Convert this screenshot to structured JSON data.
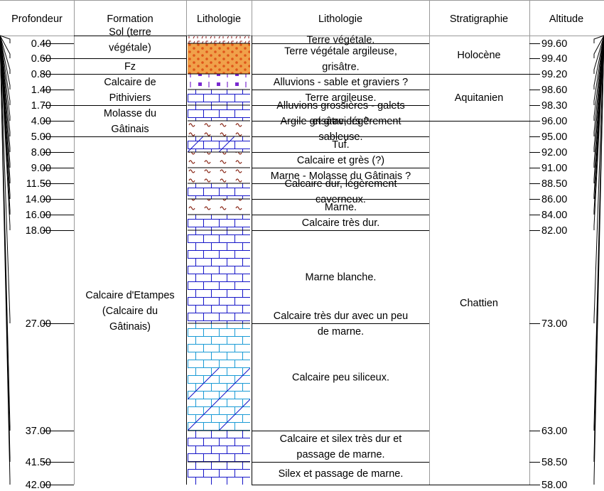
{
  "headers": {
    "depth": "Profondeur",
    "formation": "Formation",
    "lithology_pattern": "Lithologie",
    "lithology_text": "Lithologie",
    "stratigraphy": "Stratigraphie",
    "altitude": "Altitude"
  },
  "depth_range": [
    0,
    42
  ],
  "depth_ticks": [
    {
      "depth": 0.4,
      "label": "0.40",
      "altitude": "99.60"
    },
    {
      "depth": 0.6,
      "label": "0.60",
      "altitude": "99.40"
    },
    {
      "depth": 0.8,
      "label": "0.80",
      "altitude": "99.20"
    },
    {
      "depth": 1.4,
      "label": "1.40",
      "altitude": "98.60"
    },
    {
      "depth": 1.7,
      "label": "1.70",
      "altitude": "98.30"
    },
    {
      "depth": 4.0,
      "label": "4.00",
      "altitude": "96.00"
    },
    {
      "depth": 5.0,
      "label": "5.00",
      "altitude": "95.00"
    },
    {
      "depth": 8.0,
      "label": "8.00",
      "altitude": "92.00"
    },
    {
      "depth": 9.0,
      "label": "9.00",
      "altitude": "91.00"
    },
    {
      "depth": 11.5,
      "label": "11.50",
      "altitude": "88.50"
    },
    {
      "depth": 14.0,
      "label": "14.00",
      "altitude": "86.00"
    },
    {
      "depth": 16.0,
      "label": "16.00",
      "altitude": "84.00"
    },
    {
      "depth": 18.0,
      "label": "18.00",
      "altitude": "82.00"
    },
    {
      "depth": 27.0,
      "label": "27.00",
      "altitude": "73.00"
    },
    {
      "depth": 37.0,
      "label": "37.00",
      "altitude": "63.00"
    },
    {
      "depth": 41.5,
      "label": "41.50",
      "altitude": "58.50"
    },
    {
      "depth": 42.0,
      "label": "42.00",
      "altitude": "58.00"
    }
  ],
  "formations": [
    {
      "top": 0,
      "bottom": 0.4,
      "lines": [
        "Sol (terre",
        "végétale)"
      ]
    },
    {
      "top": 0.6,
      "bottom": 0.8,
      "lines": [
        "Fz"
      ]
    },
    {
      "top": 0.8,
      "bottom": 1.7,
      "lines": [
        "Calcaire de",
        "Pithiviers"
      ]
    },
    {
      "top": 1.7,
      "bottom": 5.0,
      "lines": [
        "Molasse du",
        "Gâtinais"
      ]
    },
    {
      "top": 5.0,
      "bottom": 42.0,
      "lines": [
        "Calcaire d'Etampes",
        "(Calcaire du",
        "Gâtinais)"
      ]
    }
  ],
  "lithology_layers": [
    {
      "top": 0,
      "bottom": 0.4,
      "pattern": "topsoil",
      "lines": [
        "Terre végétale."
      ]
    },
    {
      "top": 0.4,
      "bottom": 0.8,
      "pattern": "clay-dots",
      "lines": [
        "Terre végétale argileuse,",
        "grisâtre."
      ]
    },
    {
      "top": 0.8,
      "bottom": 1.4,
      "pattern": "alluvium",
      "lines": [
        "Alluvions - sable et graviers ?"
      ]
    },
    {
      "top": 1.4,
      "bottom": 1.7,
      "pattern": "limestone",
      "lines": [
        "Terre argileuse."
      ]
    },
    {
      "top": 1.7,
      "bottom": 4.0,
      "pattern": "limestone",
      "lines": [
        "Alluvions grossières - galets",
        "et graviers ?"
      ]
    },
    {
      "top": 4.0,
      "bottom": 5.0,
      "pattern": "marl",
      "lines": [
        "Argile grisâtre, légèrement",
        "sableuse."
      ]
    },
    {
      "top": 5.0,
      "bottom": 8.0,
      "pattern": "siliceous-limestone",
      "lines": [
        "Tuf."
      ]
    },
    {
      "top": 8.0,
      "bottom": 9.0,
      "pattern": "marl",
      "lines": [
        "Calcaire et grès (?)"
      ]
    },
    {
      "top": 9.0,
      "bottom": 11.5,
      "pattern": "marl",
      "lines": [
        "Marne - Molasse du Gâtinais ?"
      ]
    },
    {
      "top": 11.5,
      "bottom": 14.0,
      "pattern": "limestone",
      "lines": [
        "Calcaire dur, légèrement",
        "caverneux."
      ]
    },
    {
      "top": 14.0,
      "bottom": 16.0,
      "pattern": "marl",
      "lines": [
        "Marne."
      ]
    },
    {
      "top": 16.0,
      "bottom": 18.0,
      "pattern": "limestone",
      "lines": [
        "Calcaire très dur."
      ]
    },
    {
      "top": 18.0,
      "bottom": 27.0,
      "pattern": "limestone",
      "lines": [
        "Marne blanche."
      ]
    },
    {
      "top": 27.0,
      "bottom": 27.0,
      "pattern": "limestone",
      "lines": [
        "Calcaire très dur avec un peu",
        "de marne."
      ]
    },
    {
      "top": 27.0,
      "bottom": 37.0,
      "pattern": "siliceous-limestone-cyan",
      "lines": [
        "Calcaire peu siliceux."
      ]
    },
    {
      "top": 37.0,
      "bottom": 41.5,
      "pattern": "limestone",
      "lines": [
        "Calcaire et silex très dur et",
        "passage de marne."
      ]
    },
    {
      "top": 41.5,
      "bottom": 42.0,
      "pattern": "limestone",
      "lines": [
        "Silex et passage de marne."
      ]
    }
  ],
  "stratigraphy": [
    {
      "top": 0,
      "bottom": 0.8,
      "label": "Holocène"
    },
    {
      "top": 0.8,
      "bottom": 4.0,
      "label": "Aquitanien"
    },
    {
      "top": 4.0,
      "bottom": 42.0,
      "label": "Chattien"
    }
  ],
  "colors": {
    "limestone_lines": "#1515c8",
    "siliceous_lines": "#1a9bd6",
    "marl_symbol": "#8b2a1a",
    "clay_fill": "#f0a14a",
    "clay_dot": "#e0561a",
    "alluvium_symbol": "#7a2ad0",
    "topsoil_symbol": "#8b1a1a"
  }
}
